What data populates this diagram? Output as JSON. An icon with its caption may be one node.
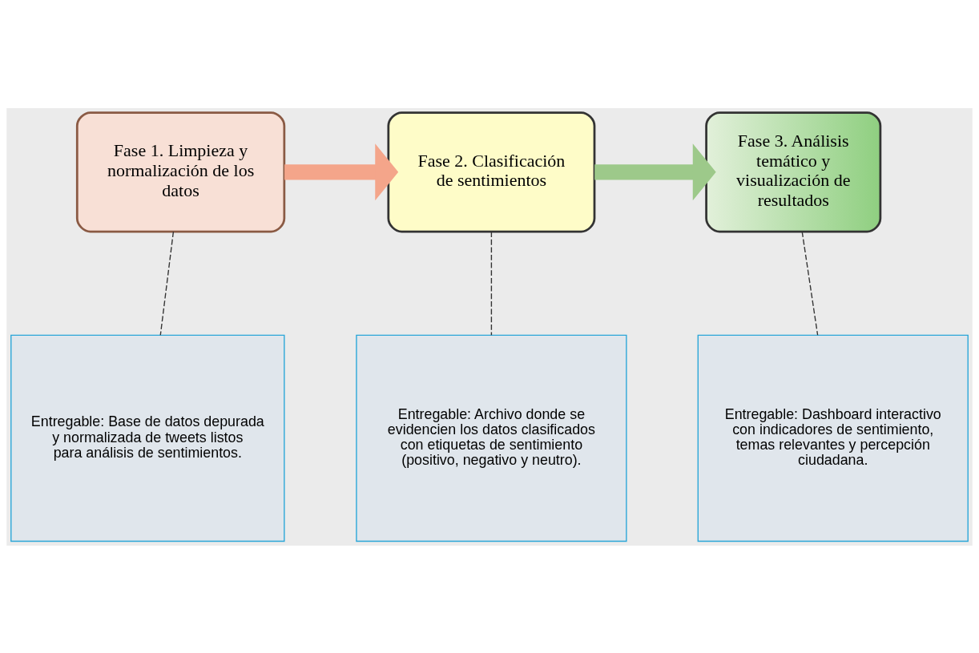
{
  "diagram": {
    "nodes": [
      {
        "text": [
          "Fase 1. Limpieza y normalización de los datos"
        ]
      },
      {
        "text": [
          "Fase 2. Clasificación de sentimientos"
        ]
      },
      {
        "text": [
          "Fase 3. Análisis temático y visualización de resultados"
        ]
      },
      {
        "text": [
          "Entregable: Base de datos depurada y normalizada de tweets listos para análisis de sentimientos."
        ]
      },
      {
        "text": [
          "Entregable: Archivo donde se evidencien los datos clasificados con etiquetas de sentimiento (positivo, negativo y neutro)."
        ]
      },
      {
        "text": [
          "Entregable: Dashboard interactivo con indicadores de sentimiento, temas relevantes y percepción ciudadana."
        ]
      }
    ],
    "edges": [
      {
        "from": 0,
        "to": 1,
        "arrow": "to",
        "style": "thick",
        "color": "#f4a58a"
      },
      {
        "from": 1,
        "to": 2,
        "arrow": "to",
        "style": "thick",
        "color": "#9dc98a"
      },
      {
        "from": 0,
        "to": 3,
        "arrow": "none",
        "style": "dashed"
      },
      {
        "from": 1,
        "to": 4,
        "arrow": "none",
        "style": "dashed"
      },
      {
        "from": 2,
        "to": 5,
        "arrow": "none",
        "style": "dashed"
      }
    ]
  }
}
